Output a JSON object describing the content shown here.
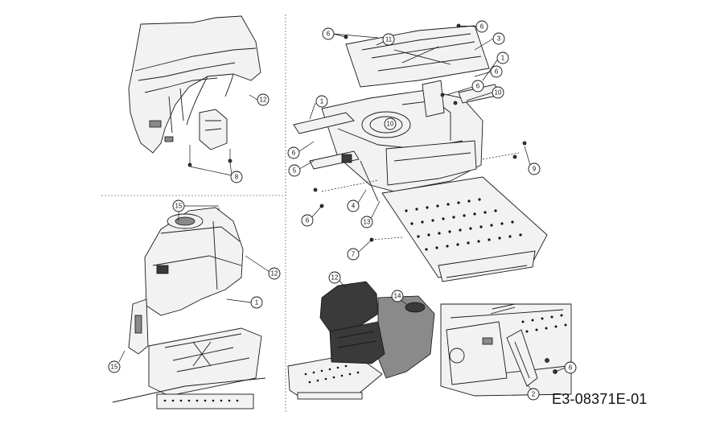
{
  "drawing": {
    "part_code": "E3-08371E-01"
  },
  "callouts": {
    "p1_12": "12",
    "p1_8": "8",
    "p2_15a": "15",
    "p2_12": "12",
    "p2_1": "1",
    "p2_15b": "15",
    "p3_6a": "6",
    "p3_11": "11",
    "p3_6b": "6",
    "p3_3": "3",
    "p3_1a": "1",
    "p3_6c": "6",
    "p3_1b": "1",
    "p3_6d": "6",
    "p3_10a": "10",
    "p3_10b": "10",
    "p3_6e": "6",
    "p3_5": "5",
    "p3_9": "9",
    "p3_6f": "6",
    "p3_4": "4",
    "p3_13": "13",
    "p3_7": "7",
    "p4_12": "12",
    "p4_14": "14",
    "p5_6": "6",
    "p5_2": "2"
  }
}
